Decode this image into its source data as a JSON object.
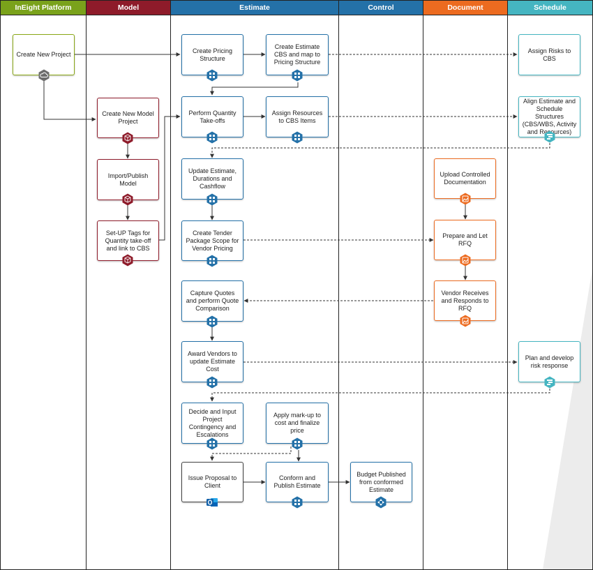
{
  "lanes": [
    {
      "name": "InEight Platform",
      "color": "#7aa21b"
    },
    {
      "name": "Model",
      "color": "#8e1b2a"
    },
    {
      "name": "Estimate",
      "color": "#2471a8"
    },
    {
      "name": "Control",
      "color": "#2471a8"
    },
    {
      "name": "Document",
      "color": "#ec6b20"
    },
    {
      "name": "Schedule",
      "color": "#45b5c1"
    }
  ],
  "nodes": {
    "create_new_project": "Create New Project",
    "create_new_model_project": "Create New Model Project",
    "import_publish_model": "Import/Publish Model",
    "set_up_tags": "Set-UP Tags for Quantity take-off and link to CBS",
    "create_pricing_structure": "Create Pricing Structure",
    "create_estimate_cbs": "Create Estimate CBS and map to Pricing Structure",
    "perform_quantity_takeoffs": "Perform Quantity Take-offs",
    "assign_resources": "Assign Resources to CBS Items",
    "update_estimate": "Update Estimate, Durations and Cashflow",
    "create_tender_package": "Create Tender Package Scope for Vendor Pricing",
    "capture_quotes": "Capture Quotes and perform Quote Comparison",
    "award_vendors": "Award Vendors to update Estimate Cost",
    "decide_contingency": "Decide and Input Project Contingency and Escalations",
    "apply_markup": "Apply mark-up to cost and finalize price",
    "issue_proposal": "Issue Proposal to Client",
    "conform_publish": "Conform and Publish Estimate",
    "budget_published": "Budget Published from conformed Estimate",
    "upload_controlled": "Upload Controlled Documentation",
    "prepare_let_rfq": "Prepare and Let RFQ",
    "vendor_receives": "Vendor Receives and Responds to RFQ",
    "assign_risks": "Assign Risks to CBS",
    "align_structures": "Align Estimate and Schedule Structures (CBS/WBS, Activity and Resources)",
    "plan_risk_response": "Plan and develop risk response"
  },
  "icons": {
    "platform": "cloud-icon",
    "model": "cube-icon",
    "estimate": "grid-calculator-icon",
    "control": "arrows-icon",
    "document": "picture-icon",
    "schedule": "gantt-icon",
    "outlook": "outlook-icon"
  }
}
